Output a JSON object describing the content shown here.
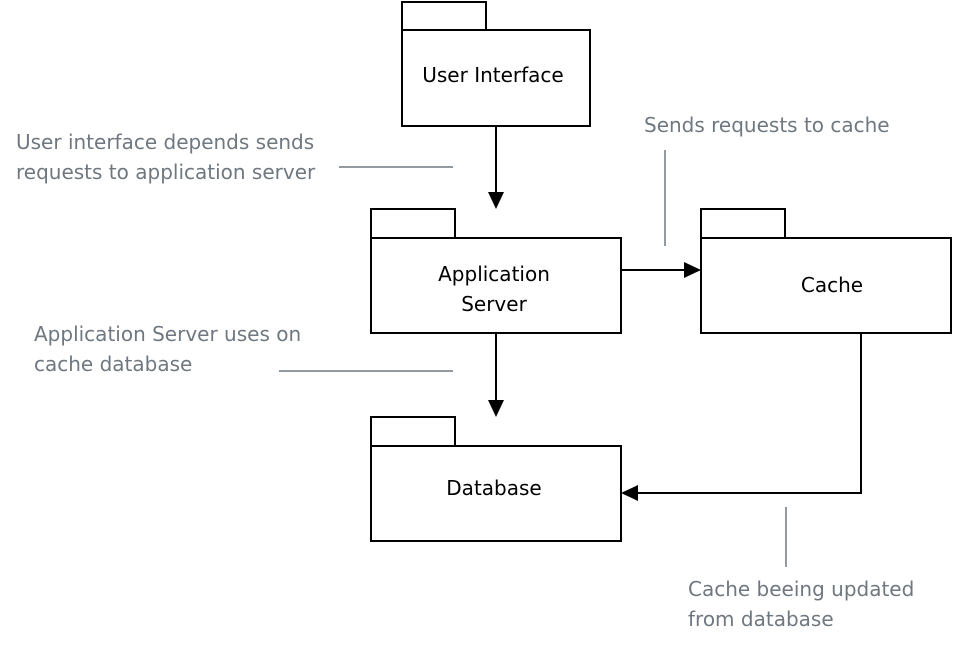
{
  "packages": {
    "user_interface": {
      "label": "User Interface"
    },
    "application_server": {
      "label_line1": "Application",
      "label_line2": "Server"
    },
    "cache": {
      "label": "Cache"
    },
    "database": {
      "label": "Database"
    }
  },
  "notes": {
    "ui_to_app": {
      "line1": "User interface depends sends",
      "line2": "requests to application server"
    },
    "app_to_cache": {
      "line1": "Sends requests to cache"
    },
    "app_to_db": {
      "line1": "Application Server uses on",
      "line2": "cache database"
    },
    "cache_to_db": {
      "line1": "Cache beeing updated",
      "line2": "from database"
    }
  },
  "colors": {
    "stroke": "#000000",
    "note_text": "#6f7880"
  }
}
